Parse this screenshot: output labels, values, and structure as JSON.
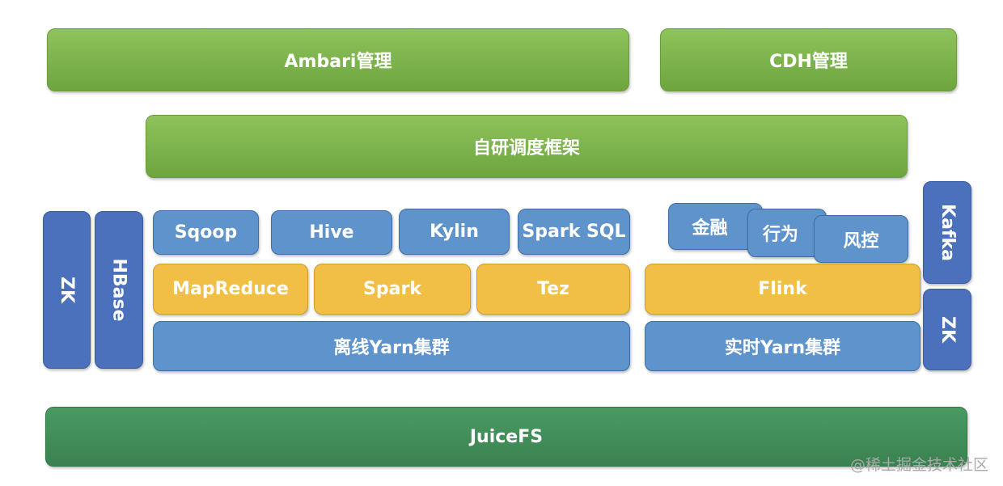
{
  "management": {
    "ambari": "Ambari管理",
    "cdh": "CDH管理"
  },
  "scheduler": "自研调度框架",
  "left_side": {
    "zk": "ZK",
    "hbase": "HBase"
  },
  "offline": {
    "tools": [
      "Sqoop",
      "Hive",
      "Kylin",
      "Spark SQL"
    ],
    "engines": [
      "MapReduce",
      "Spark",
      "Tez"
    ],
    "cluster": "离线Yarn集群"
  },
  "realtime": {
    "apps": [
      "金融",
      "行为",
      "风控"
    ],
    "engine": "Flink",
    "cluster": "实时Yarn集群"
  },
  "right_side": {
    "kafka": "Kafka",
    "zk": "ZK"
  },
  "storage": "JuiceFS",
  "watermark": "@稀土掘金技术社区"
}
